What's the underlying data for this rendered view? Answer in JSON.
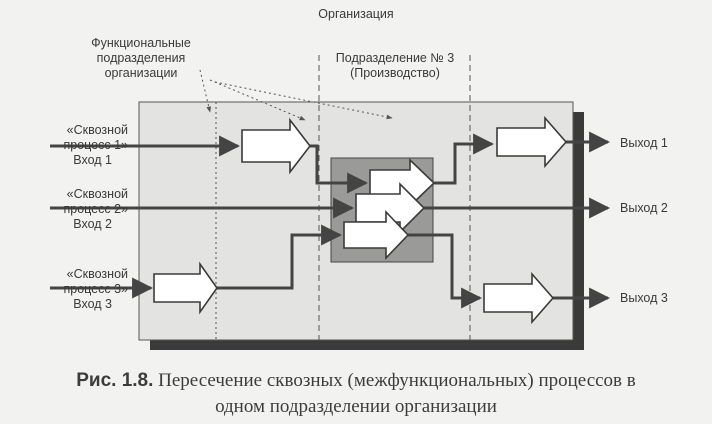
{
  "org_title": "Организация",
  "functional_units": [
    "Функциональные",
    "подразделения",
    "организации"
  ],
  "division": [
    "Подразделение № 3",
    "(Производство)"
  ],
  "processes": [
    {
      "line1": "«Сквозной",
      "line2": "процесс 1»",
      "input": "Вход 1",
      "output": "Выход 1"
    },
    {
      "line1": "«Сквозной",
      "line2": "процесс 2»",
      "input": "Вход 2",
      "output": "Выход 2"
    },
    {
      "line1": "«Сквозной",
      "line2": "процесс 3»",
      "input": "Вход 3",
      "output": "Выход 3"
    }
  ],
  "caption": {
    "fig": "Рис. 1.8.",
    "line1": "Пересечение сквозных (межфункциональных) процессов в",
    "line2": "одном подразделении организации"
  },
  "colors": {
    "org_fill": "#e3e3e1",
    "shadow": "#3a3a3a",
    "hub_fill": "#9a9a98",
    "line": "#444444"
  }
}
